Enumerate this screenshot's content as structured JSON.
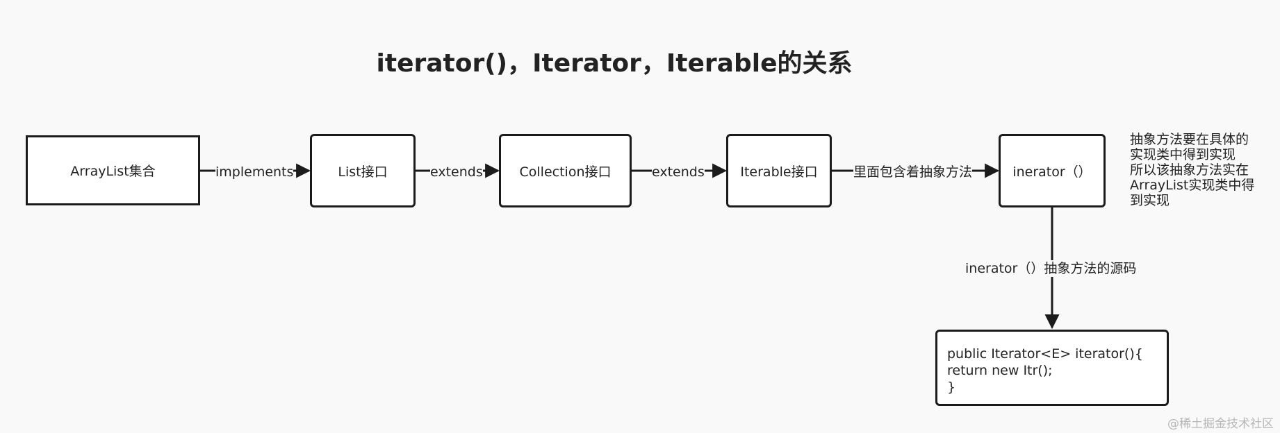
{
  "title": "iterator()，Iterator，Iterable的关系",
  "nodes": {
    "arraylist": "ArrayList集合",
    "list": "List接口",
    "collection": "Collection接口",
    "iterable": "Iterable接口",
    "inerator": "inerator（）"
  },
  "edges": {
    "implements": "implements",
    "extends_1": "extends",
    "extends_2": "extends",
    "contains_abstract": "里面包含着抽象方法",
    "source_code": "inerator（）抽象方法的源码"
  },
  "code": {
    "line1": "public Iterator<E> iterator(){",
    "line2": "return new Itr();",
    "line3": "}"
  },
  "note": {
    "line1": "抽象方法要在具体的",
    "line2": "实现类中得到实现",
    "line3": "所以该抽象方法实在",
    "line4": "ArrayList实现类中得",
    "line5": "到实现"
  },
  "watermark": "@稀土掘金技术社区"
}
